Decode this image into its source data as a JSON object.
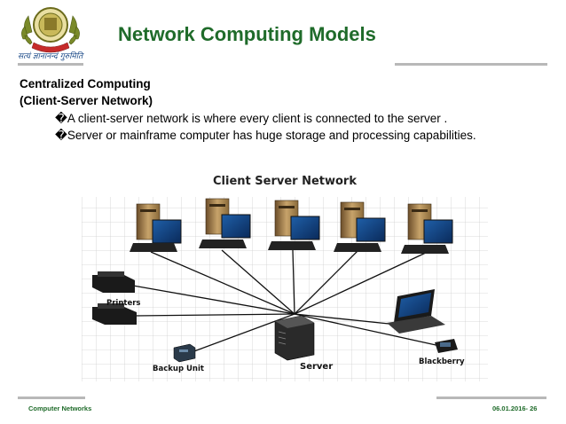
{
  "slide": {
    "title": "Network Computing Models",
    "logo": {
      "motto": "सत्यं ज्ञानानन्दं गुरुमिति",
      "icon": "university-crest-icon"
    },
    "heading_line1": "Centralized Computing",
    "heading_line2": "(Client-Server Network)",
    "bullets": [
      "�A client-server network is where every client is connected to the server .",
      "�Server or mainframe computer has huge storage and processing capabilities."
    ]
  },
  "diagram": {
    "title": "Client Server Network",
    "labels": {
      "printers": "Printers",
      "server": "Server",
      "backup": "Backup Unit",
      "blackberry": "Blackberry"
    }
  },
  "footer": {
    "left": "Computer Networks",
    "right": "06.01.2016- 26"
  },
  "colors": {
    "title_green": "#1f6b2a",
    "rule_gray": "#b8b8b8"
  }
}
